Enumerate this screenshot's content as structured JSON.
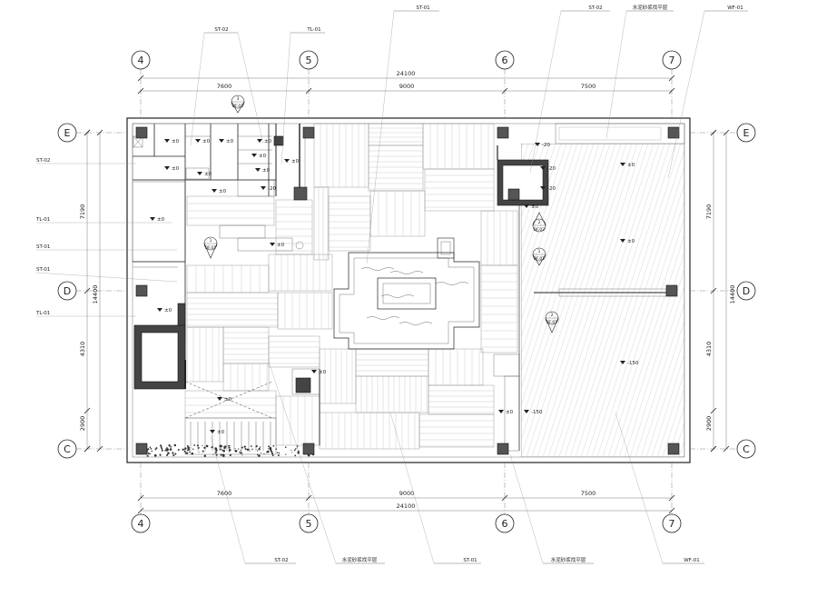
{
  "grid": {
    "columns": [
      "4",
      "5",
      "6",
      "7"
    ],
    "rows": [
      "E",
      "D",
      "C"
    ]
  },
  "dimensions": {
    "top_total": "24100",
    "top_segments": [
      "7600",
      "9000",
      "7500"
    ],
    "bottom_total": "24100",
    "bottom_segments": [
      "7600",
      "9000",
      "7500"
    ],
    "left_total": "14400",
    "left_segments": [
      "7190",
      "4310",
      "2900"
    ],
    "right_total": "14400",
    "right_segments": [
      "7190",
      "4310",
      "2900"
    ]
  },
  "tags": {
    "top": [
      {
        "id": "tag-st02-a",
        "text": "ST-02"
      },
      {
        "id": "tag-tl01-a",
        "text": "TL-01"
      },
      {
        "id": "tag-st01-a",
        "text": "ST-01"
      },
      {
        "id": "tag-st02-b",
        "text": "ST-02"
      },
      {
        "id": "tag-note-a",
        "text": "水泥砂浆找平层"
      },
      {
        "id": "tag-wf01-a",
        "text": "WF-01"
      }
    ],
    "left": [
      {
        "id": "tag-st02-c",
        "text": "ST-02"
      },
      {
        "id": "tag-tl01-b",
        "text": "TL-01"
      },
      {
        "id": "tag-st01-b",
        "text": "ST-01"
      },
      {
        "id": "tag-st01-c",
        "text": "ST-01"
      },
      {
        "id": "tag-tl01-c",
        "text": "TL-01"
      }
    ],
    "bottom": [
      {
        "id": "tag-st02-d",
        "text": "ST-02"
      },
      {
        "id": "tag-note-b",
        "text": "水泥砂浆找平层"
      },
      {
        "id": "tag-st01-d",
        "text": "ST-01"
      },
      {
        "id": "tag-note-c",
        "text": "水泥砂浆找平层"
      },
      {
        "id": "tag-wf01-b",
        "text": "WF-01"
      }
    ]
  },
  "levels": {
    "zero": "±0",
    "minus20": "-20",
    "minus150": "-150"
  },
  "sections": [
    {
      "num": "3",
      "ref": "BF.01"
    },
    {
      "num": "1",
      "ref": "BF.01"
    },
    {
      "num": "2",
      "ref": "BF.02"
    },
    {
      "num": "1",
      "ref": "BF.01"
    },
    {
      "num": "2",
      "ref": "BF.01"
    }
  ]
}
